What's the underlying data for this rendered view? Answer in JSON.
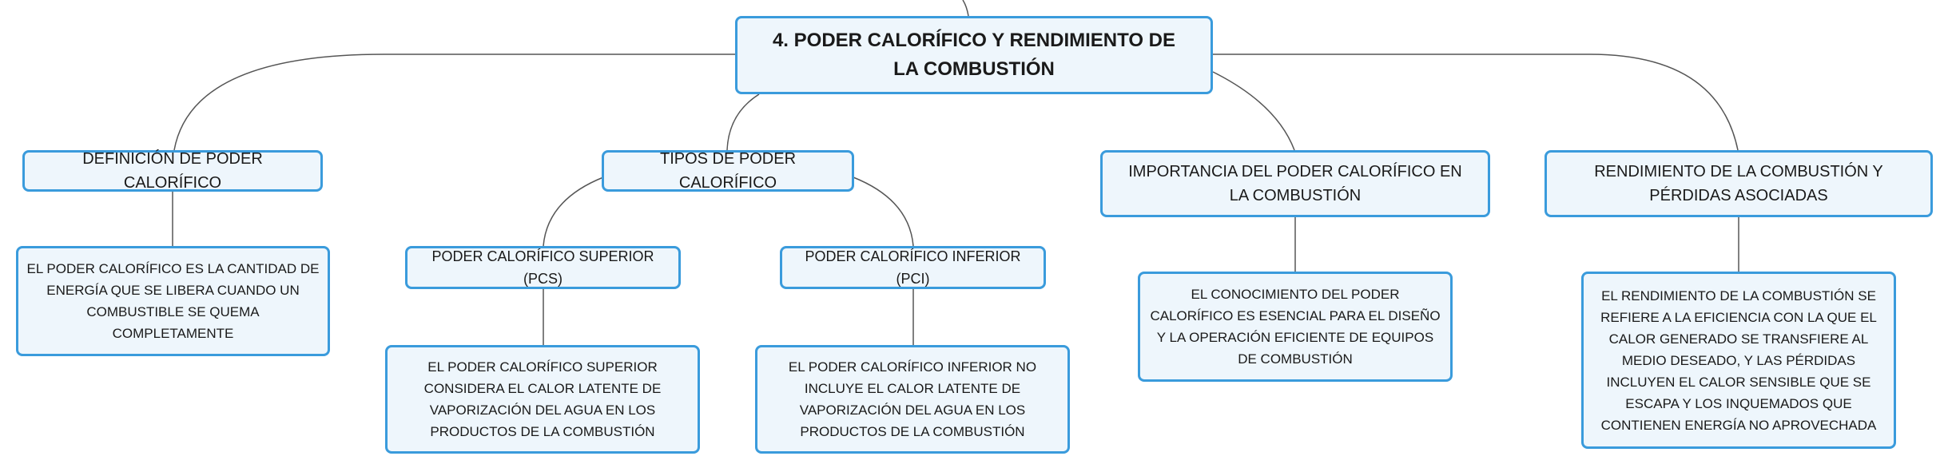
{
  "root": {
    "label": "4. PODER CALORÍFICO Y RENDIMIENTO DE LA COMBUSTIÓN"
  },
  "branches": {
    "definicion": {
      "label": "DEFINICIÓN DE PODER CALORÍFICO",
      "detail": "EL PODER CALORÍFICO ES LA CANTIDAD DE ENERGÍA QUE SE LIBERA CUANDO UN COMBUSTIBLE SE QUEMA COMPLETAMENTE"
    },
    "tipos": {
      "label": "TIPOS DE PODER CALORÍFICO",
      "pcs": {
        "label": "PODER CALORÍFICO SUPERIOR (PCS)",
        "detail": "EL PODER CALORÍFICO SUPERIOR CONSIDERA EL CALOR LATENTE DE VAPORIZACIÓN DEL AGUA EN LOS PRODUCTOS DE LA COMBUSTIÓN"
      },
      "pci": {
        "label": "PODER CALORÍFICO INFERIOR (PCI)",
        "detail": "EL PODER CALORÍFICO INFERIOR NO INCLUYE EL CALOR LATENTE DE VAPORIZACIÓN DEL AGUA EN LOS PRODUCTOS DE LA COMBUSTIÓN"
      }
    },
    "importancia": {
      "label": "IMPORTANCIA DEL PODER CALORÍFICO EN LA COMBUSTIÓN",
      "detail": "EL CONOCIMIENTO DEL PODER CALORÍFICO ES ESENCIAL PARA EL DISEÑO Y LA OPERACIÓN EFICIENTE DE EQUIPOS DE COMBUSTIÓN"
    },
    "rendimiento": {
      "label": "RENDIMIENTO DE LA COMBUSTIÓN Y PÉRDIDAS ASOCIADAS",
      "detail": "EL RENDIMIENTO DE LA COMBUSTIÓN SE REFIERE A LA EFICIENCIA CON LA QUE EL CALOR GENERADO SE TRANSFIERE AL MEDIO DESEADO, Y LAS PÉRDIDAS INCLUYEN EL CALOR SENSIBLE QUE SE ESCAPA Y LOS INQUEMADOS QUE CONTIENEN ENERGÍA NO APROVECHADA"
    }
  },
  "colors": {
    "node_border": "#3a9bdc",
    "node_fill": "#eef6fc",
    "connector": "#555555"
  }
}
